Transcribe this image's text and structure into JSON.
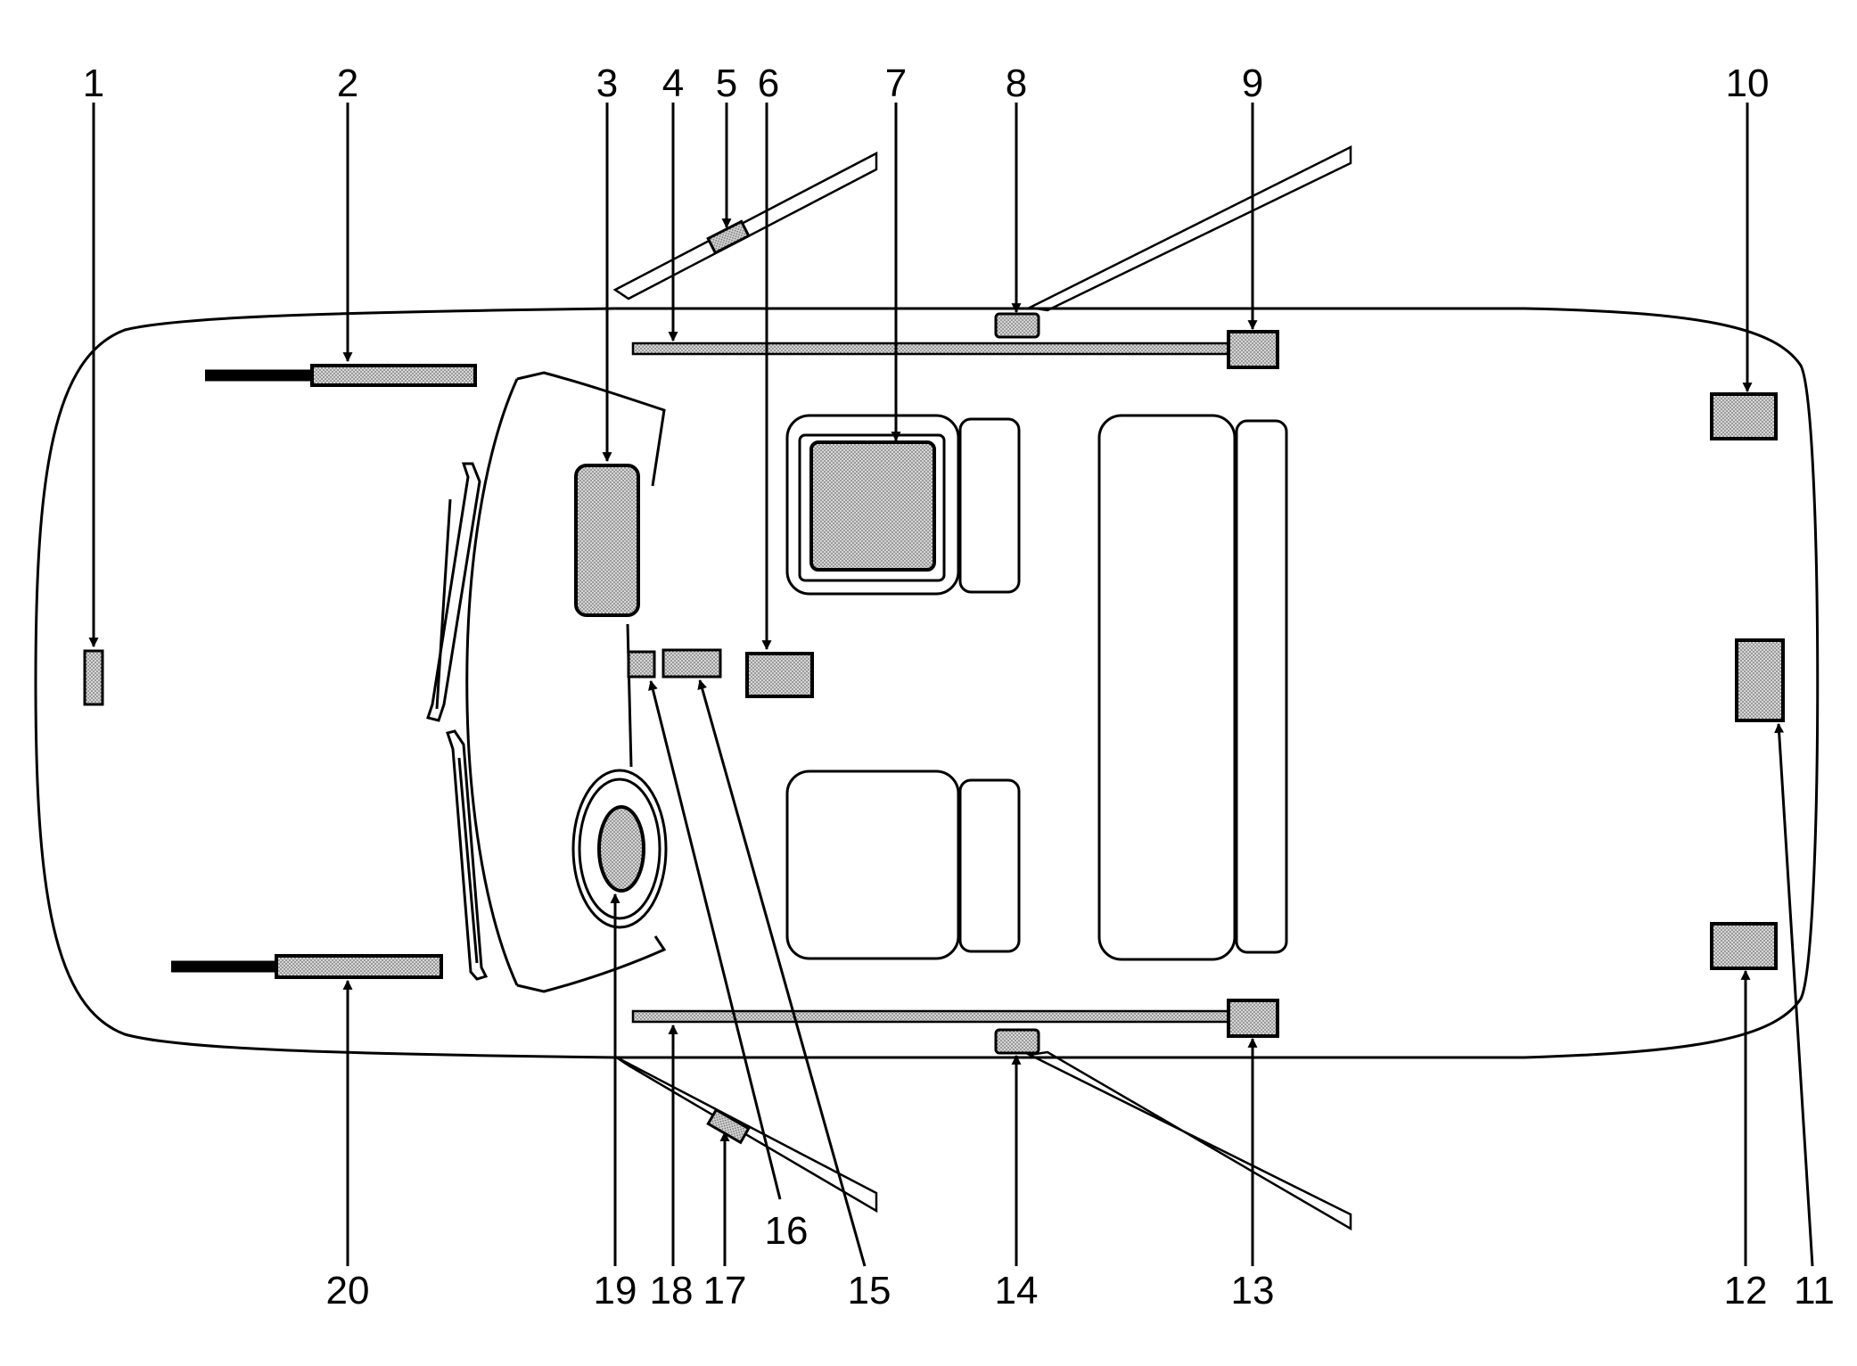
{
  "diagram": {
    "callouts": {
      "c1": "1",
      "c2": "2",
      "c3": "3",
      "c4": "4",
      "c5": "5",
      "c6": "6",
      "c7": "7",
      "c8": "8",
      "c9": "9",
      "c10": "10",
      "c11": "11",
      "c12": "12",
      "c13": "13",
      "c14": "14",
      "c15": "15",
      "c16": "16",
      "c17": "17",
      "c18": "18",
      "c19": "19",
      "c20": "20"
    },
    "colors": {
      "line": "#000000",
      "fill_pattern": "#9a9a9a",
      "background": "#ffffff"
    }
  }
}
